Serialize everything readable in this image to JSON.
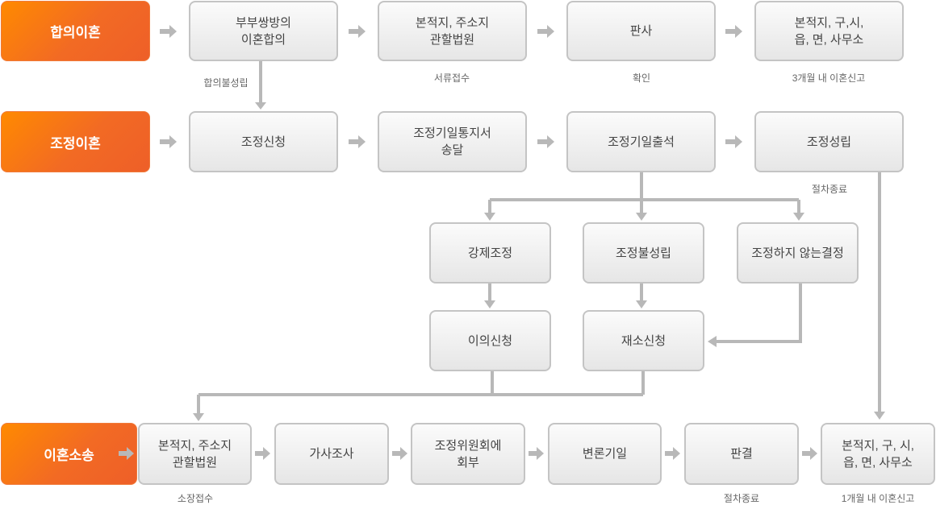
{
  "rows": [
    {
      "label": "합의이혼",
      "steps": [
        "부부쌍방의\n이혼합의",
        "본적지, 주소지\n관할법원",
        "판사",
        "본적지, 구,시,\n읍, 면, 사무소"
      ],
      "notes": [
        "합의불성립",
        "서류접수",
        "확인",
        "3개월 내 이혼신고"
      ]
    },
    {
      "label": "조정이혼",
      "steps": [
        "조정신청",
        "조정기일통지서\n송달",
        "조정기일출석",
        "조정성립"
      ],
      "notes": [
        "절차종료"
      ]
    },
    {
      "label": "이혼소송",
      "steps": [
        "본적지, 주소지\n관할법원",
        "가사조사",
        "조정위원회에\n회부",
        "변론기일",
        "판결",
        "본적지, 구, 시,\n읍, 면, 사무소"
      ],
      "notes": [
        "소장접수",
        "절차종료",
        "1개월 내 이혼신고"
      ]
    }
  ],
  "branches": {
    "outcomes": [
      "강제조정",
      "조정불성립",
      "조정하지 않는결정"
    ],
    "next": [
      "이의신청",
      "재소신청"
    ]
  },
  "colors": {
    "accent": "#f26a24",
    "connector": "#b8b8b8"
  }
}
